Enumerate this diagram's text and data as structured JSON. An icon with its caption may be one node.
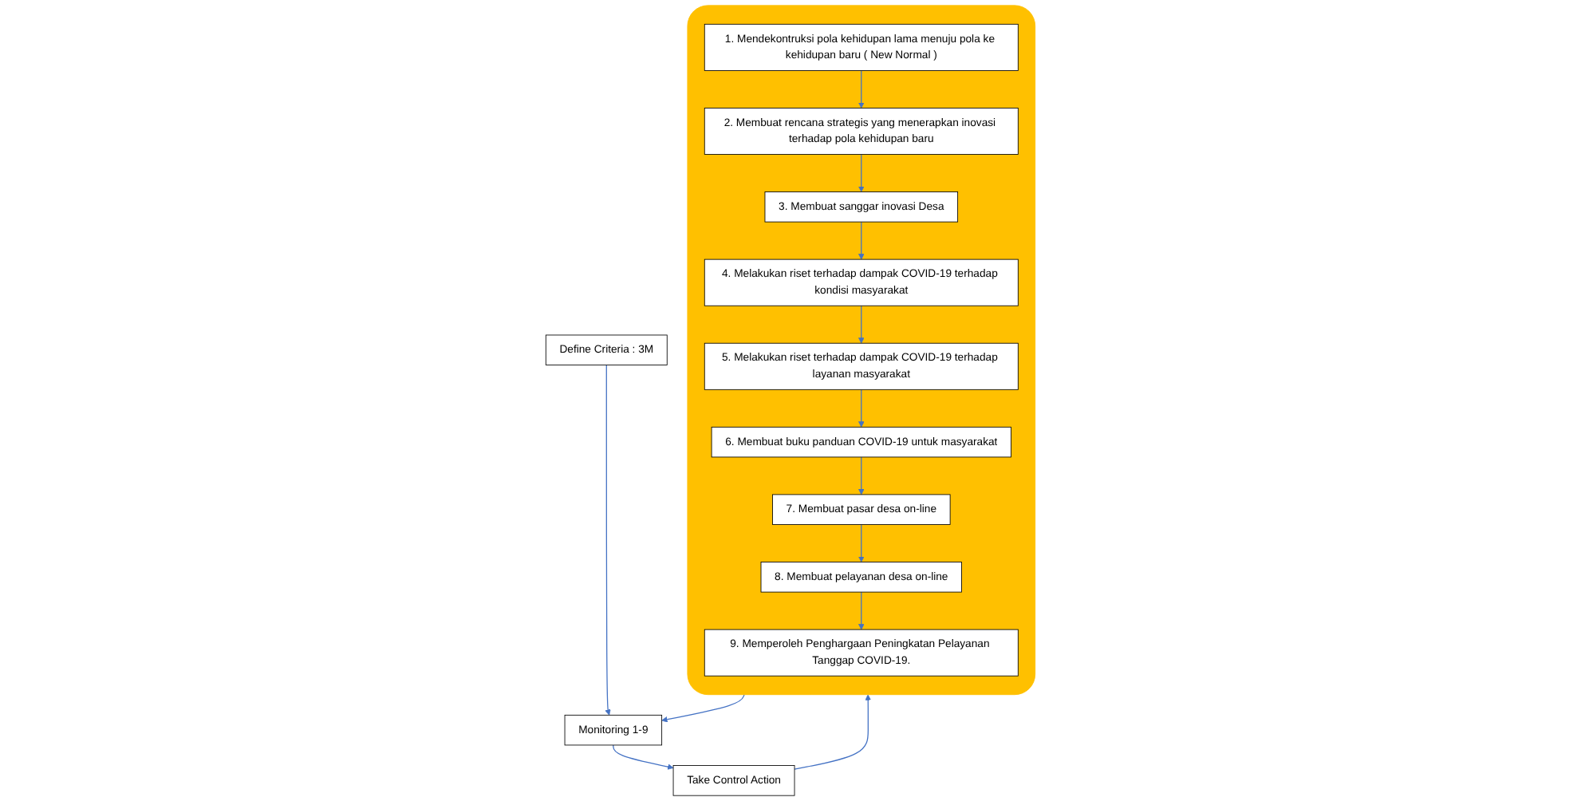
{
  "diagram": {
    "nodes": [
      {
        "text": [],
        "shape": "box"
      },
      {
        "text": [
          "1. Mendekontruksi pola kehidupan lama menuju pola ke kehidupan baru ( New Normal )"
        ],
        "in": 0
      },
      {
        "text": [
          "2. Membuat rencana strategis yang menerapkan inovasi terhadap pola kehidupan baru"
        ],
        "in": 0
      },
      {
        "text": [
          "3. Membuat sanggar inovasi Desa"
        ],
        "in": 0
      },
      {
        "text": [
          "4. Melakukan riset terhadap dampak COVID-19 terhadap kondisi masyarakat"
        ],
        "in": 0
      },
      {
        "text": [
          "5. Melakukan riset terhadap dampak COVID-19 terhadap layanan masyarakat"
        ],
        "in": 0
      },
      {
        "text": [
          "6. Membuat buku panduan COVID-19 untuk masyarakat"
        ],
        "in": 0
      },
      {
        "text": [
          "7. Membuat pasar desa on-line"
        ],
        "in": 0
      },
      {
        "text": [
          "8. Membuat pelayanan desa on-line"
        ],
        "in": 0
      },
      {
        "text": [
          "9. Memperoleh Penghargaan Peningkatan Pelayanan Tanggap COVID-19."
        ],
        "in": 0
      },
      {
        "text": [
          "Monitoring 1-9"
        ]
      },
      {
        "text": [
          "Define Criteria : 3M"
        ]
      },
      {
        "text": [
          "Take Control Action"
        ]
      }
    ],
    "edges": [
      {
        "from": 1,
        "to": 2,
        "arrow": "to"
      },
      {
        "from": 2,
        "to": 3,
        "arrow": "to"
      },
      {
        "from": 3,
        "to": 4,
        "arrow": "to"
      },
      {
        "from": 4,
        "to": 5,
        "arrow": "to"
      },
      {
        "from": 5,
        "to": 6,
        "arrow": "to"
      },
      {
        "from": 6,
        "to": 7,
        "arrow": "to"
      },
      {
        "from": 7,
        "to": 8,
        "arrow": "to"
      },
      {
        "from": 8,
        "to": 9,
        "arrow": "to"
      },
      {
        "from": 0,
        "to": 10,
        "arrow": "to"
      },
      {
        "from": 11,
        "to": 10,
        "arrow": "to"
      },
      {
        "from": 10,
        "to": 12,
        "arrow": "to"
      },
      {
        "from": 12,
        "to": 0,
        "arrow": "to"
      }
    ]
  }
}
